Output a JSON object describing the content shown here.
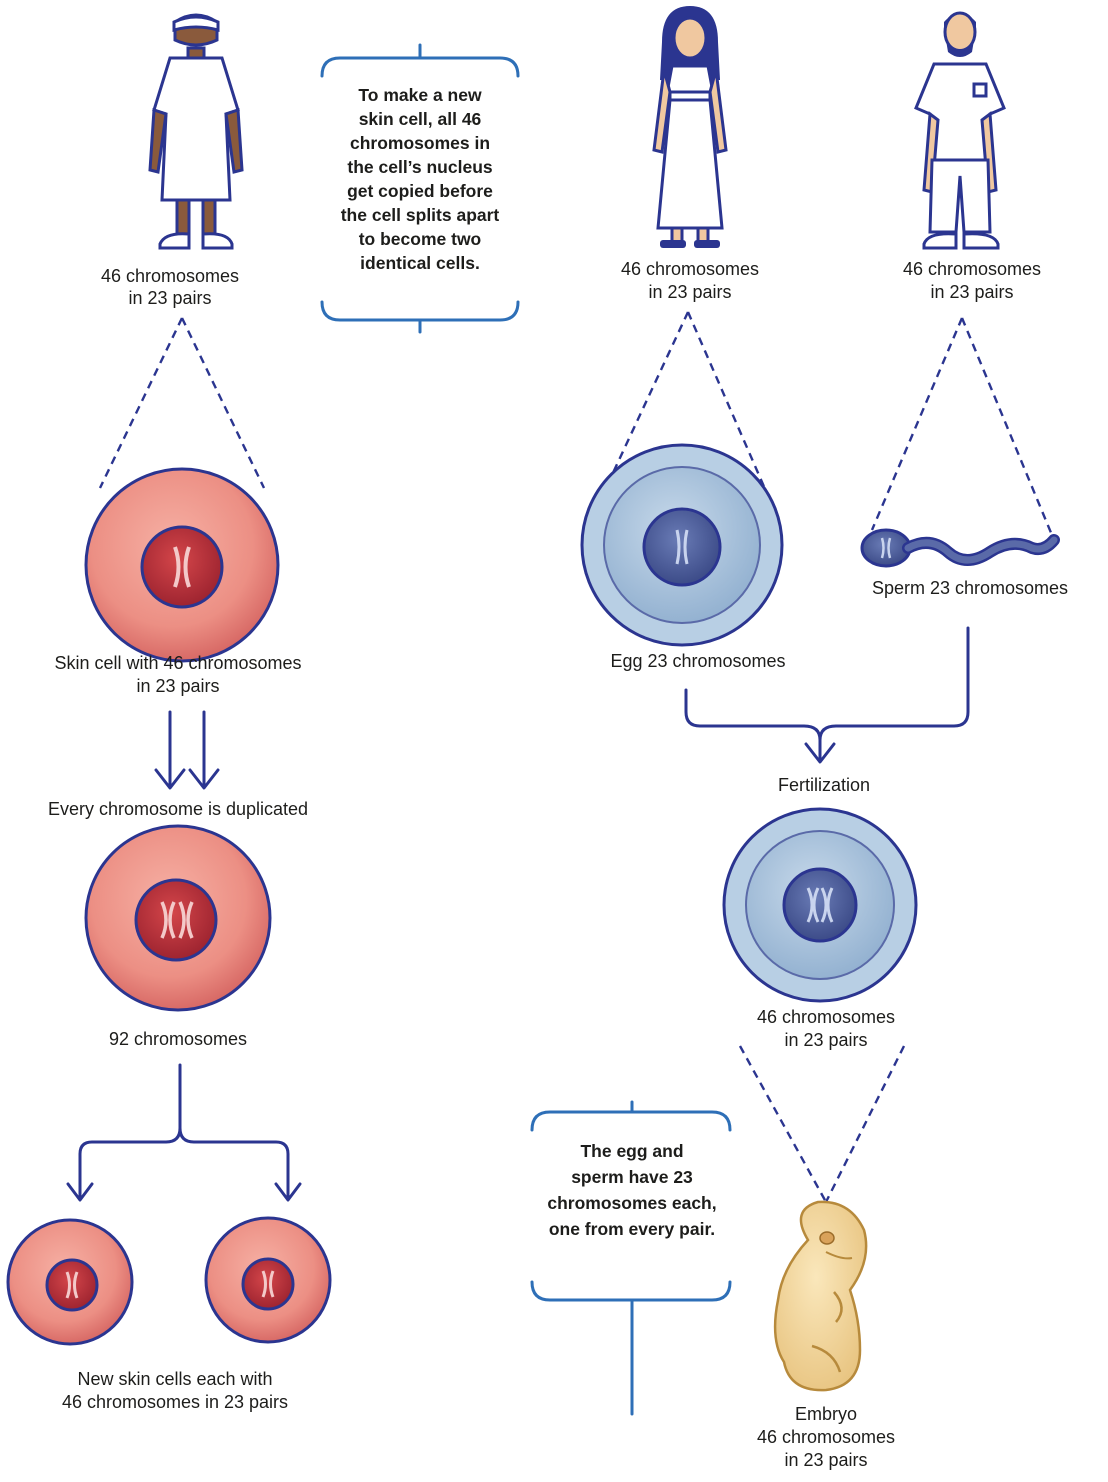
{
  "callouts": {
    "skin_cell": [
      "To make a new",
      "skin cell, all 46",
      "chromosomes in",
      "the cell’s nucleus",
      "get copied before",
      "the cell splits apart",
      "to become two",
      "identical cells."
    ],
    "egg_sperm": [
      "The egg and",
      "sperm have 23",
      "chromosomes each,",
      "one from every pair."
    ]
  },
  "labels": {
    "child_line1": "46 chromosomes",
    "child_line2": "in 23 pairs",
    "woman_line1": "46 chromosomes",
    "woman_line2": "in 23 pairs",
    "man_line1": "46 chromosomes",
    "man_line2": "in 23 pairs",
    "skin_cell_line1": "Skin cell with 46 chromosomes",
    "skin_cell_line2": "in 23 pairs",
    "duplicated": "Every chromosome is duplicated",
    "ninety_two": "92 chromosomes",
    "new_cells_line1": "New skin cells each with",
    "new_cells_line2": "46 chromosomes in 23 pairs",
    "egg": "Egg 23 chromosomes",
    "sperm": "Sperm 23 chromosomes",
    "fertilization": "Fertilization",
    "zygote_line1": "46 chromosomes",
    "zygote_line2": "in 23 pairs",
    "embryo_line1": "Embryo",
    "embryo_line2": "46 chromosomes",
    "embryo_line3": "in 23 pairs"
  },
  "colors": {
    "ink": "#2b3590",
    "bracket": "#2e6fb7",
    "skin_cell_fill": "#ec8f84",
    "skin_nucleus": "#b8303a",
    "egg_fill": "#a9c4dd",
    "egg_nucleus": "#4d5f9c",
    "embryo_fill": "#f4d99e",
    "skin_tone_child": "#8a5a3c",
    "skin_tone_adult": "#f0c8a0"
  }
}
